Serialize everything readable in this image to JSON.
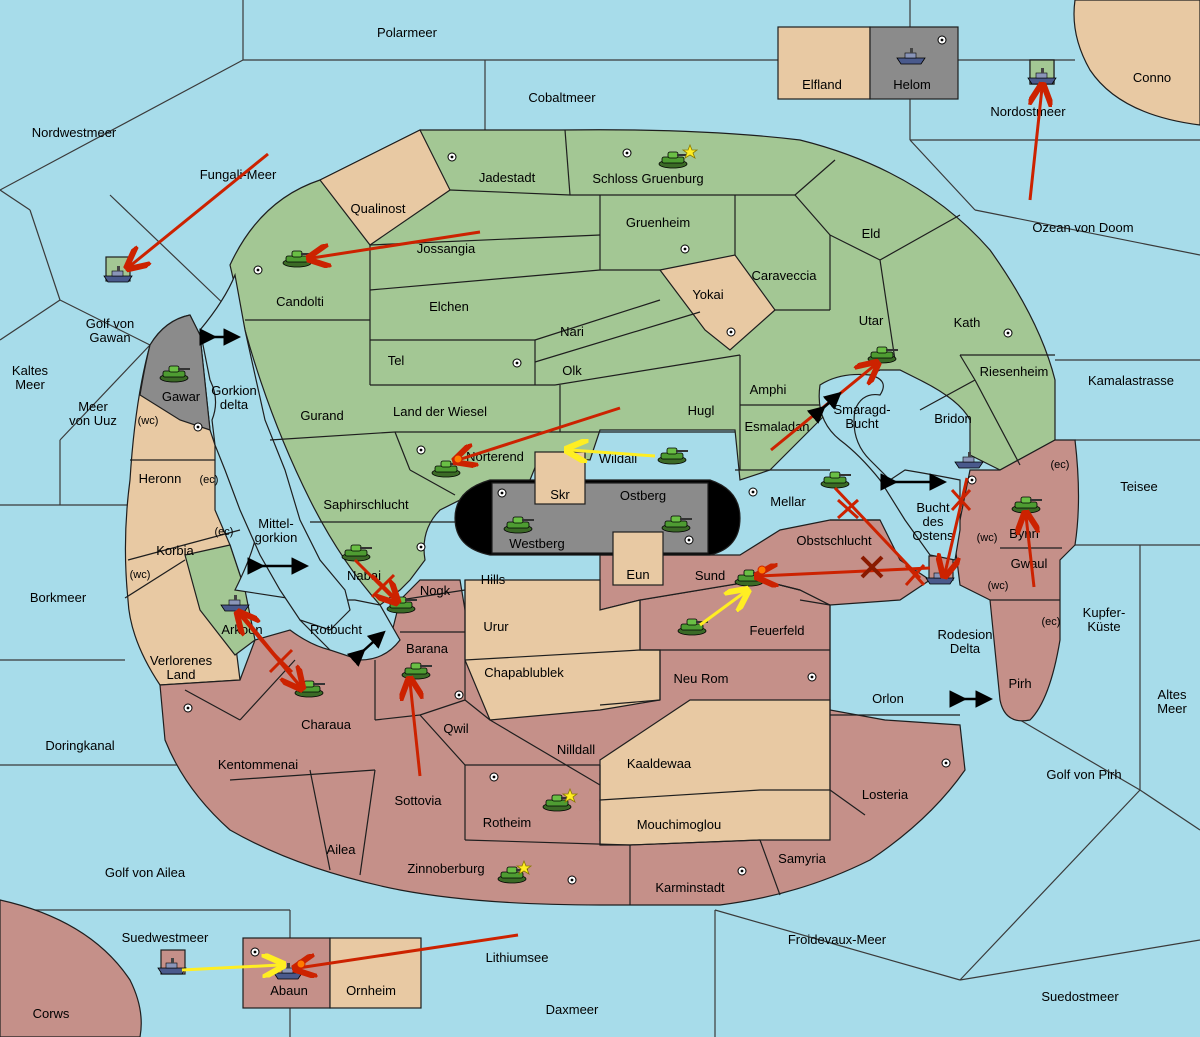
{
  "colors": {
    "sea": "#a7dcea",
    "player_green": "#a3c794",
    "player_red": "#c59089",
    "neutral": "#e8c9a3",
    "impassable": "#8b8b8b",
    "order_move": "#cc2200",
    "order_support": "#ffee22"
  },
  "sea_labels": {
    "polarmeer": "Polarmeer",
    "cobaltmeer": "Cobaltmeer",
    "nordwestmeer": "Nordwestmeer",
    "fungali": "Fungali-Meer",
    "nordostmeer": "Nordostmeer",
    "ozean": "Ozean von Doom",
    "golf_gawan": "Golf von Gawan",
    "kaltes": "Kaltes Meer",
    "uuz": "Meer von Uuz",
    "kamalastrasse": "Kamalastrasse",
    "teisee": "Teisee",
    "borkmeer": "Borkmeer",
    "kupfer": "Kupfer-Küste",
    "altes": "Altes Meer",
    "doringkanal": "Doringkanal",
    "golf_pirh": "Golf von Pirh",
    "golf_ailea": "Golf von Ailea",
    "froidevaux": "Froidevaux-Meer",
    "suedwestmeer": "Suedwestmeer",
    "lithiumsee": "Lithiumsee",
    "suedostmeer": "Suedostmeer",
    "daxmeer": "Daxmeer",
    "gorkion_delta": "Gorkion delta",
    "mittelgorkion": "Mittel- gorkion",
    "rotbucht": "Rotbucht",
    "smaragd": "Smaragd- Bucht",
    "bucht_ostens": "Bucht des Ostens",
    "rodesion": "Rodesion Delta"
  },
  "territories": {
    "elfland": "Elfland",
    "helom": "Helom",
    "conno": "Conno",
    "corws": "Corws",
    "abaun": "Abaun",
    "ornheim": "Ornheim",
    "jadestadt": "Jadestadt",
    "schloss": "Schloss Gruenburg",
    "qualinost": "Qualinost",
    "jossangia": "Jossangia",
    "gruenheim": "Gruenheim",
    "eld": "Eld",
    "candolti": "Candolti",
    "elchen": "Elchen",
    "caraveccia": "Caraveccia",
    "yokai": "Yokai",
    "nari": "Nari",
    "tel": "Tel",
    "olk": "Olk",
    "utar": "Utar",
    "kath": "Kath",
    "gurand": "Gurand",
    "land_wiesel": "Land der Wiesel",
    "hugl": "Hugl",
    "amphi": "Amphi",
    "esmaladan": "Esmaladan",
    "riesenheim": "Riesenheim",
    "bridon": "Bridon",
    "gawar": "Gawar",
    "norterend": "Norterend",
    "wildall": "Wildall",
    "skr": "Skr",
    "ostberg": "Ostberg",
    "westberg": "Westberg",
    "mellar": "Mellar",
    "saphirschlucht": "Saphirschlucht",
    "heronn": "Heronn",
    "korbia": "Korbia",
    "obstschlucht": "Obstschlucht",
    "eun": "Eun",
    "sund": "Sund",
    "hills": "Hills",
    "nabai": "Nabai",
    "nogk": "Nogk",
    "bynn": "Bynn",
    "gwaul": "Gwaul",
    "arkoon": "Arkoon",
    "verlorenes": "Verlorenes Land",
    "urur": "Urur",
    "feuerfeld": "Feuerfeld",
    "barana": "Barana",
    "chapa": "Chapablublek",
    "neu_rom": "Neu Rom",
    "orlon": "Orlon",
    "pirh": "Pirh",
    "charaua": "Charaua",
    "qwil": "Qwil",
    "nilldall": "Nilldall",
    "kaaldewaa": "Kaaldewaa",
    "kentommenai": "Kentommenai",
    "sottovia": "Sottovia",
    "losteria": "Losteria",
    "rotheim": "Rotheim",
    "mouchi": "Mouchimoglou",
    "ailea": "Ailea",
    "samyria": "Samyria",
    "zinnoberburg": "Zinnoberburg",
    "karminstadt": "Karminstadt"
  },
  "coast_tags": {
    "gawar_wc": "(wc)",
    "heronn_ec": "(ec)",
    "korbia_ec": "(ec)",
    "korbia_wc": "(wc)",
    "teisee_ec": "(ec)",
    "bynn_wc": "(wc)",
    "gwaul_wc": "(wc)",
    "kupfer_ec": "(ec)"
  },
  "icons": [
    "army-unit-icon",
    "fleet-unit-icon",
    "supply-center-icon",
    "home-star-icon",
    "move-arrow",
    "support-arrow",
    "cut-cross-icon",
    "convoy-double-arrow"
  ]
}
